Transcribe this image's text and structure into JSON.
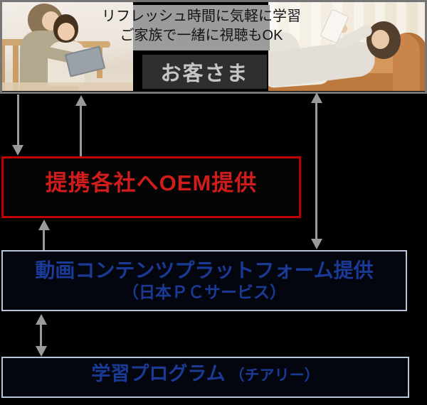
{
  "hero": {
    "caption_line1": "リフレッシュ時間に気軽に学習",
    "caption_line2": "ご家族で一緒に視聴もOK",
    "customer_label": "お客さま",
    "left_photo": "mother-and-child-watching-tablet",
    "right_photo": "woman-on-sofa-with-smartphone"
  },
  "nodes": {
    "oem_label": "提携各社へOEM提供",
    "platform_line1": "動画コンテンツプラットフォーム提供",
    "platform_line2": "（日本ＰＣサービス）",
    "program_main": "学習プログラム",
    "program_sub": "（チアリー）"
  },
  "arrows": [
    {
      "name": "customers-to-oem",
      "direction": "down"
    },
    {
      "name": "oem-to-customers",
      "direction": "up"
    },
    {
      "name": "customers-platform-two-way",
      "direction": "both"
    },
    {
      "name": "platform-to-oem",
      "direction": "up"
    },
    {
      "name": "platform-program-two-way",
      "direction": "both"
    }
  ],
  "colors": {
    "background": "#000000",
    "hero_border": "#757575",
    "caption_panel": "#9c9c9c",
    "customer_band": "#2f2f2f",
    "customer_text": "#c6c6c6",
    "oem_border": "#c00000",
    "oem_text": "#d11c1c",
    "blue_box_border": "#b9c6da",
    "blue_text": "#1b3a96",
    "arrow": "#9a9a9a"
  }
}
